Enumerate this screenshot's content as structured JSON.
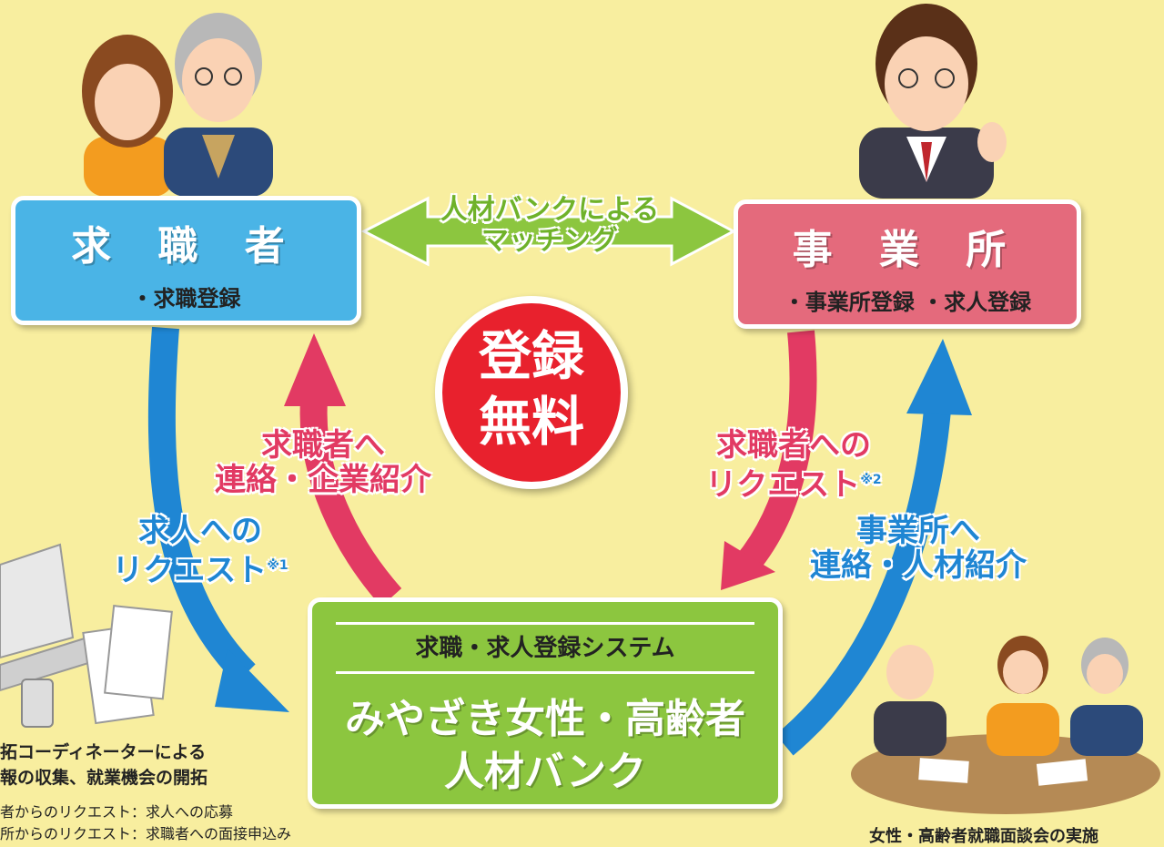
{
  "seeker": {
    "title": "求 職 者",
    "sub": "・求職登録"
  },
  "employer": {
    "title": "事 業 所",
    "sub": "・事業所登録 ・求人登録"
  },
  "matching": {
    "line1": "人材バンクによる",
    "line2": "マッチング"
  },
  "free_badge": {
    "line1": "登録",
    "line2": "無料"
  },
  "bank": {
    "subtitle": "求職・求人登録システム",
    "name_line1": "みやざき女性・高齢者",
    "name_line2": "人材バンク"
  },
  "arrows": {
    "to_seeker": {
      "line1": "求職者へ",
      "line2": "連絡・企業紹介"
    },
    "to_employer": {
      "line1": "事業所へ",
      "line2": "連絡・人材紹介"
    },
    "from_seeker": {
      "line1": "求人への",
      "line2": "リクエスト",
      "note": "※1"
    },
    "from_employer": {
      "line1": "求職者への",
      "line2": "リクエスト",
      "note": "※2"
    }
  },
  "left_caption": {
    "line1": "拓コーディネーターによる",
    "line2": "報の収集、就業機会の開拓",
    "note1": "者からのリクエスト：求人への応募",
    "note2": "所からのリクエスト：求職者への面接申込み"
  },
  "right_caption": "女性・高齢者就職面談会の実施",
  "colors": {
    "background": "#f8ee9f",
    "seeker": "#4ab4e6",
    "employer": "#e46a7c",
    "bank": "#8cc63f",
    "badge": "#e8212d"
  }
}
